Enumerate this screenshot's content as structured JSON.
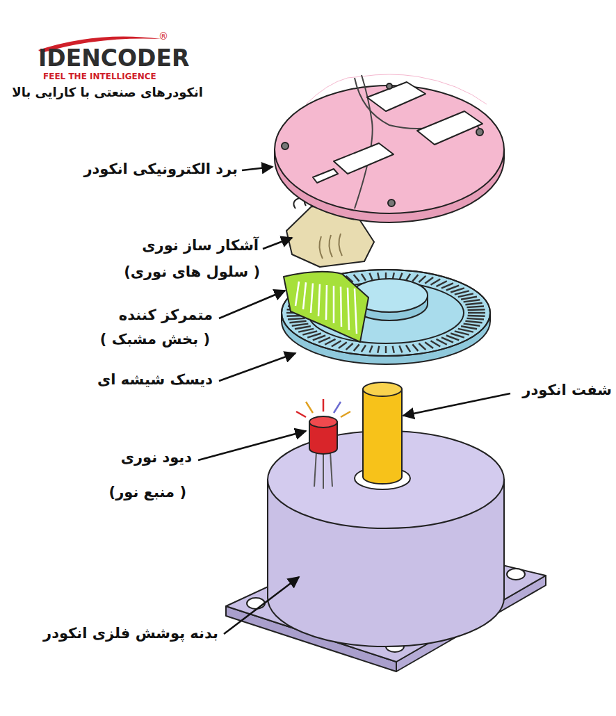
{
  "diagram": {
    "labels": [
      "IDENCODER",
      "®",
      "FEEL THE INTELLIGENCE",
      "انکودرهای صنعتی با کارایی بالا",
      "برد الکترونیکی انکودر",
      "آشکار ساز نوری",
      "( سلول های نوری)",
      "متمرکز کننده",
      "( بخش مشبک )",
      "دیسک شیشه ای",
      "دیود نوری",
      "( منبع نور)",
      "شفت انکودر",
      "بدنه پوشش فلزی انکودر"
    ]
  }
}
